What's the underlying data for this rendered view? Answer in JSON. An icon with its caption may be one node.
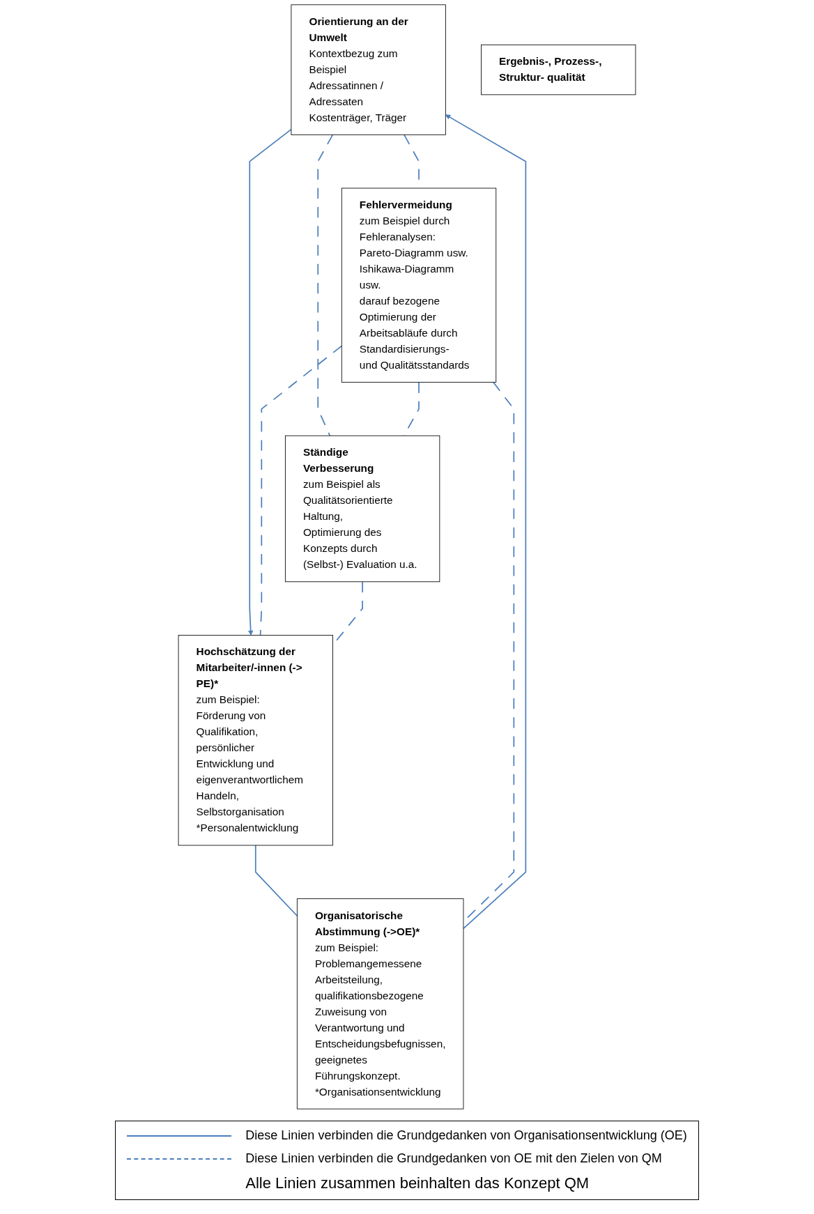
{
  "diagram": {
    "nodes": [
      {
        "text": [
          "Orientierung an der Umwelt",
          "Kontextbezug zum Beispiel",
          "Adressatinnen / Adressaten",
          "Kostenträger, Träger"
        ]
      },
      {
        "text": [
          "Fehlervermeidung",
          "zum Beispiel durch Fehleranalysen:",
          "Pareto-Diagramm usw.",
          "Ishikawa-Diagramm usw.",
          "darauf bezogene Optimierung der",
          "Arbeitsabläufe durch Standardisierungs-",
          "und Qualitätsstandards"
        ]
      },
      {
        "text": [
          "Ergebnis-, Prozess-, Struktur- qualität"
        ]
      },
      {
        "text": [
          "Ständige Verbesserung",
          "zum Beispiel als Qualitätsorientierte Haltung,",
          "Optimierung des Konzepts durch",
          "(Selbst-) Evaluation u.a."
        ]
      },
      {
        "text": [
          "Organisatorische Abstimmung (->OE)*",
          "zum Beispiel:",
          "Problemangemessene Arbeitsteilung,",
          "qualifikationsbezogene Zuweisung von",
          "Verantwortung und Entscheidungsbefugnissen,",
          "geeignetes Führungskonzept.",
          "*Organisationsentwicklung"
        ]
      },
      {
        "text": [
          "Hochschätzung der Mitarbeiter/-innen (-> PE)*",
          "zum Beispiel:",
          "Förderung von Qualifikation,",
          "persönlicher Entwicklung und",
          "eigenverantwortlichem Handeln, Selbstorganisation",
          "*Personalentwicklung"
        ]
      }
    ],
    "edges": [
      {
        "from": 4,
        "to": 0,
        "arrow": "to"
      },
      {
        "from": 0,
        "to": 5,
        "arrow": "to"
      },
      {
        "from": 5,
        "to": 4,
        "arrow": "none"
      },
      {
        "from": 0,
        "to": 1,
        "arrow": "none",
        "style": "dashed"
      },
      {
        "from": 0,
        "to": 3,
        "arrow": "none",
        "style": "dashed"
      },
      {
        "from": 1,
        "to": 3,
        "arrow": "none",
        "style": "dashed"
      },
      {
        "from": 1,
        "to": 5,
        "arrow": "none",
        "style": "dashed"
      },
      {
        "from": 1,
        "to": 4,
        "arrow": "none",
        "style": "dashed"
      },
      {
        "from": 3,
        "to": 5,
        "arrow": "none",
        "style": "dashed"
      }
    ],
    "labels": [
      "Alle Linien zusammen beinhalten das Konzept QM"
    ],
    "legend": [
      {
        "text": "Diese Linien verbinden die Grundgedanken von Organisationsentwicklung (OE)"
      },
      {
        "text": "Diese Linien verbinden die Grundgedanken von OE mit den Zielen von QM"
      }
    ]
  }
}
